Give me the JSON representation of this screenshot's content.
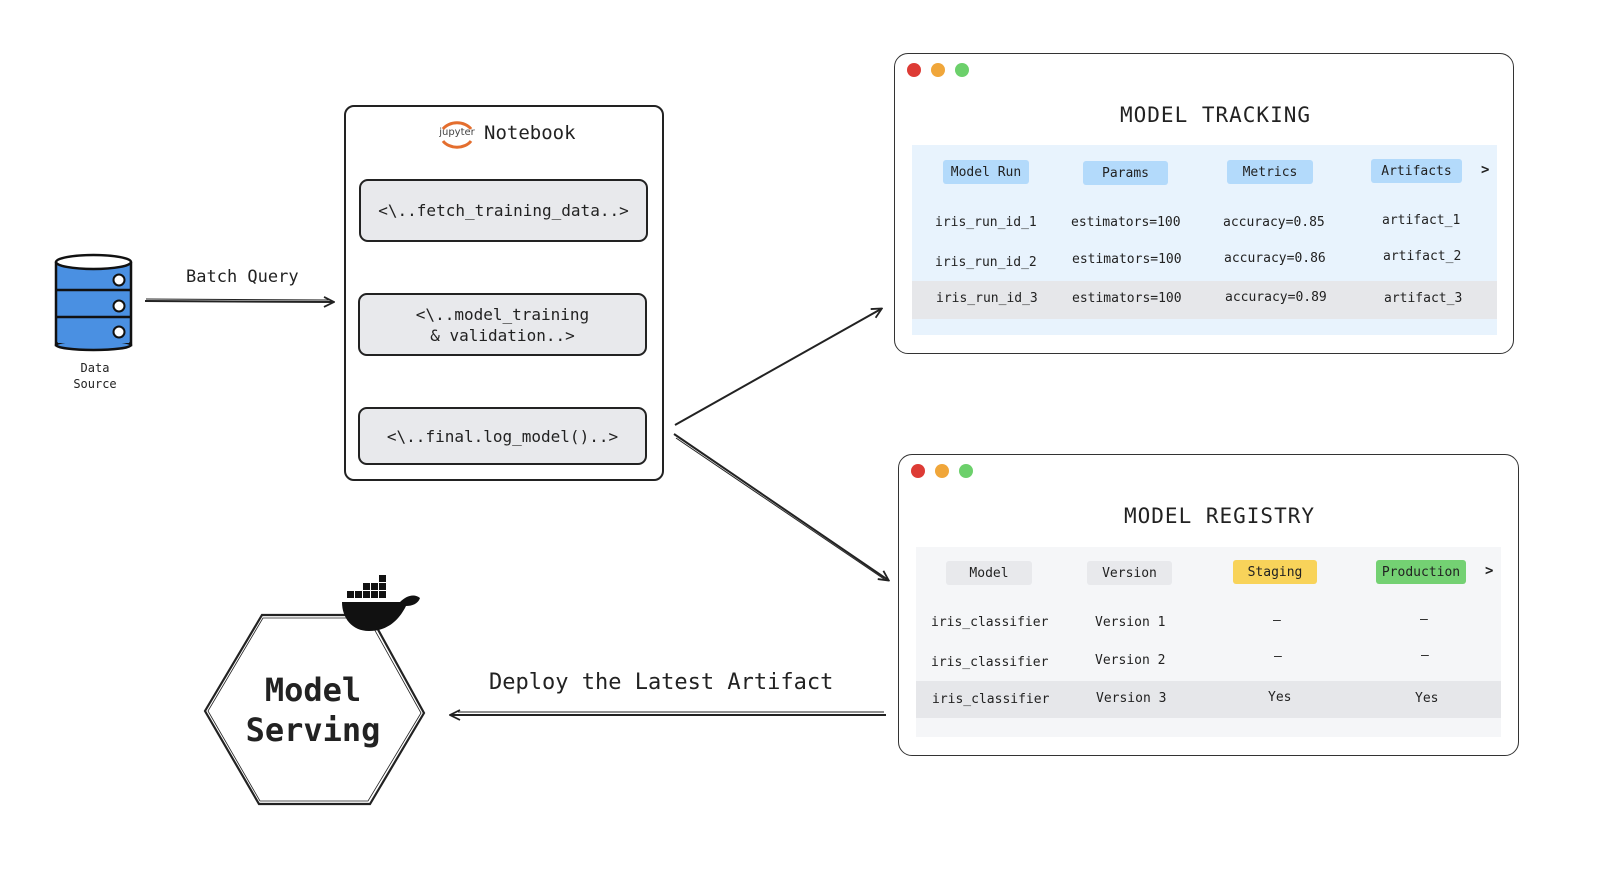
{
  "data_source": {
    "label": "Data\nSource",
    "icon": "database-icon",
    "color": "#4a90e2"
  },
  "edges": {
    "batch_query": "Batch Query",
    "deploy": "Deploy the Latest Artifact"
  },
  "notebook": {
    "logo_text": "jupyter",
    "title": "Notebook",
    "cells": [
      "<\\..fetch_training_data..>",
      "<\\..model_training\n& validation..>",
      "<\\..final.log_model()..>"
    ]
  },
  "tracking": {
    "title": "MODEL TRACKING",
    "more": ">",
    "headers": [
      "Model Run",
      "Params",
      "Metrics",
      "Artifacts"
    ],
    "header_color": "#b3dafb",
    "rows": [
      [
        "iris_run_id_1",
        "estimators=100",
        "accuracy=0.85",
        "artifact_1"
      ],
      [
        "iris_run_id_2",
        "estimators=100",
        "accuracy=0.86",
        "artifact_2"
      ],
      [
        "iris_run_id_3",
        "estimators=100",
        "accuracy=0.89",
        "artifact_3"
      ]
    ]
  },
  "registry": {
    "title": "MODEL REGISTRY",
    "more": ">",
    "headers": [
      "Model",
      "Version",
      "Staging",
      "Production"
    ],
    "header_colors": [
      "#e8e9ec",
      "#e8e9ec",
      "#f8d35a",
      "#74d173"
    ],
    "rows": [
      [
        "iris_classifier",
        "Version 1",
        "–",
        "–"
      ],
      [
        "iris_classifier",
        "Version 2",
        "–",
        "–"
      ],
      [
        "iris_classifier",
        "Version 3",
        "Yes",
        "Yes"
      ]
    ]
  },
  "window_dots": [
    "#dd3b35",
    "#f0a63a",
    "#6cd06b"
  ],
  "serving": {
    "label": "Model\nServing",
    "icon": "docker-whale-icon"
  }
}
